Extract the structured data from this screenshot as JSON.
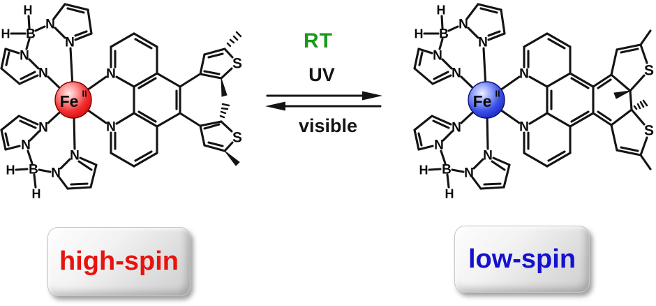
{
  "scheme": {
    "rt_label": "RT",
    "forward_condition": "UV",
    "reverse_condition": "visible",
    "left_state": "high-spin",
    "right_state": "low-spin"
  },
  "atoms": {
    "hydrogen": "H",
    "boron": "B",
    "nitrogen": "N",
    "sulfur": "S",
    "iron": "Fe",
    "oxidation_state": "II"
  },
  "colors": {
    "rt_green": "#189a18",
    "high_spin_red": "#e8120e",
    "low_spin_blue": "#1411cf",
    "fe_red": "#ec1111",
    "fe_blue": "#2433e0",
    "bond": "#141414"
  }
}
